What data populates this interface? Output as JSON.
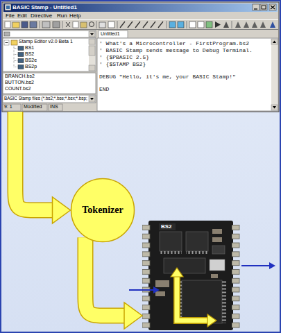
{
  "diagram": {
    "nodes": [
      {
        "text": [
          "BASIC Stamp - Untitled1"
        ]
      },
      {
        "text": [
          "Tokenizer"
        ]
      },
      {
        "text": [
          "BS2"
        ]
      }
    ],
    "edges": [
      {
        "from": 0,
        "to": 1,
        "arrow": "to"
      },
      {
        "from": 1,
        "to": 2,
        "arrow": "to"
      }
    ],
    "labels": [
      "File",
      "Edit",
      "Directive",
      "Run",
      "Help",
      "Stamp Editor v2.0 Beta 1",
      "BS1",
      "BS2",
      "BS2e",
      "BS2p",
      "BRANCH.bs2",
      "BUTTON.bs2",
      "COUNT.bs2",
      "BASIC Stamp files (*.bs2;*.bse;*.bsx;*.bsp;",
      "9: 1",
      "Modified",
      "INS",
      "Untitled1",
      "' What's a Microcontroller - FirstProgram.bs2",
      "' BASIC Stamp sends message to Debug Terminal.",
      "' {$PBASIC 2.5}",
      "' {$STAMP BS2}",
      "DEBUG \"Hello, it's me, your BASIC Stamp!\"",
      "END"
    ]
  }
}
